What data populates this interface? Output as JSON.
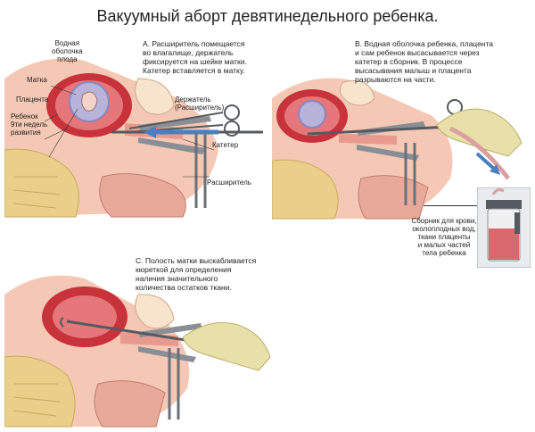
{
  "title": "Вакуумный аборт девятинедельного ребенка.",
  "panel_a": {
    "caption": [
      "А. Расширитель помещается",
      "во влагалище, держатель",
      "фиксируется на шейке матки.",
      "Катетер вставляется в матку."
    ],
    "labels": {
      "amniotic_sac": [
        "Водная",
        "оболочка",
        "плода"
      ],
      "uterus": "Матка",
      "placenta": "Плацента",
      "fetus": [
        "Ребенок",
        "9ти недель",
        "развития"
      ],
      "holder": [
        "Держатель",
        "(Расширитель)"
      ],
      "catheter": "Катетер",
      "dilator": "Расширитель"
    }
  },
  "panel_b": {
    "caption": [
      "В. Водная оболочка ребенка, плацента",
      "и сам ребенок высасывается через",
      "катетер в сборник. В процессе",
      "высасывания малыш и плацента",
      "разрываются на части."
    ],
    "collector": [
      "Сборник для крови,",
      "околоплодных вод,",
      "ткани плаценты",
      "и малых частей",
      "тела ребенка"
    ]
  },
  "panel_c": {
    "caption": [
      "С. Полость матки выскабливается",
      "кюреткой для определения",
      "наличия значительного",
      "количества остатков ткани."
    ]
  },
  "colors": {
    "tissue": "#f2b9a6",
    "uterus_red": "#c8323a",
    "bone": "#e9cf8a",
    "glove": "#e8e0a8",
    "arrow_blue": "#4a7fc0",
    "steel": "#555a60"
  }
}
